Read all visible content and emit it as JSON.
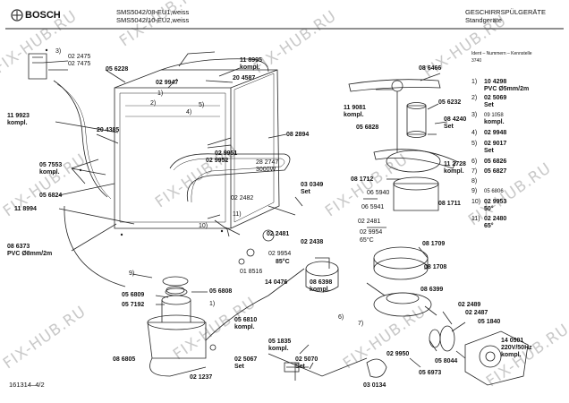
{
  "header": {
    "brand": "BOSCH",
    "models": [
      "SMS5042/08-EU1,weiss",
      "SMS5042/10-EU2,weiss"
    ],
    "category": "GESCHIRRSPÜLGERÄTE",
    "subcategory": "Standgeräte",
    "ident_label": "Ident – Nummern – Kennstelle",
    "ident_value": "3740"
  },
  "footer": {
    "doc_number": "161314–4/2"
  },
  "watermark": "FIX-HUB.RU",
  "legend": [
    {
      "n": "1)",
      "code": "10 4298",
      "desc": "PVC Ø5mm/2m"
    },
    {
      "n": "2)",
      "code": "02 5069",
      "desc": "Set"
    },
    {
      "n": "3)",
      "code": "09 1058",
      "desc": "kompl."
    },
    {
      "n": "4)",
      "code": "02 9948",
      "desc": ""
    },
    {
      "n": "5)",
      "code": "02 9017",
      "desc": "Set"
    },
    {
      "n": "6)",
      "code": "05 6826",
      "desc": ""
    },
    {
      "n": "7)",
      "code": "05 6827",
      "desc": ""
    },
    {
      "n": "8)",
      "code": "",
      "desc": ""
    },
    {
      "n": "9)",
      "code": "05 6806",
      "desc": ""
    },
    {
      "n": "10)",
      "code": "02 9953",
      "desc": "50°"
    },
    {
      "n": "11)",
      "code": "02 2480",
      "desc": "65°"
    }
  ],
  "callouts": {
    "c3": "3)",
    "p022475": "02 2475",
    "p027475": "02 7475",
    "p056228": "05 6228",
    "p118995": "11 8995",
    "k118995": "kompl.",
    "p204587": "20 4587",
    "c1a": "1)",
    "p029947": "02 9947",
    "c2": "2)",
    "c4": "4)",
    "c5": "5)",
    "p119923": "11 9923",
    "k119923": "kompl.",
    "p204385": "20 4385",
    "p057553": "05 7553",
    "k057553": "kompl.",
    "p056824": "05 6824",
    "p029951": "02 9951",
    "p029952": "02 9952",
    "p082894": "08 2894",
    "p282747": "28 2747",
    "w3000": "3000W",
    "p022482": "02 2482",
    "p030349": "03 0349",
    "s030349": "Set",
    "p118994": "11 8994",
    "c10": "10)",
    "c11": "11)",
    "p022481a": "02 2481",
    "p022438": "02 2438",
    "p086373": "08 6373",
    "d086373": "PVC Ø8mm/2m",
    "c9": "9)",
    "p029954a": "02 9954",
    "t85a": "85°C",
    "p018516": "01 8516",
    "p056809": "05 6809",
    "p056808": "05 6808",
    "p057192": "05 7192",
    "c1b": "1)",
    "p056810": "05 6810",
    "k056810": "kompl.",
    "p086805": "08 6805",
    "p051835": "05 1835",
    "k051835": "kompl.",
    "p025067": "02 5067",
    "s025067": "Set",
    "p025070": "02 5070",
    "s025070": "Set",
    "p021237": "02 1237",
    "p086466": "08 6466",
    "p119081": "11 9081",
    "k119081": "kompl.",
    "p056232": "05 6232",
    "p056828": "05 6828",
    "p084240": "08 4240",
    "s084240": "Set",
    "p081712": "08 1712",
    "p112728": "11 2728",
    "k112728": "kompl.",
    "p065940": "06 5940",
    "p065941": "06 5941",
    "p081711": "08 1711",
    "p022481b": "02 2481",
    "p029954b": "02 9954",
    "t65": "65°C",
    "p081709": "08 1709",
    "p081708": "08 1708",
    "p144476": "14 0476",
    "p086398": "08 6398",
    "k086398": "kompl.",
    "p086399": "08 6399",
    "c6": "6)",
    "c7": "7)",
    "p022489": "02 2489",
    "p022487": "02 2487",
    "p051840": "05 1840",
    "p029950": "02 9950",
    "p058044": "05 8044",
    "p056973": "05 6973",
    "p030134": "03 0134",
    "p140501": "14 0501",
    "v140501": "220V/50Hz",
    "k140501": "kompl."
  }
}
